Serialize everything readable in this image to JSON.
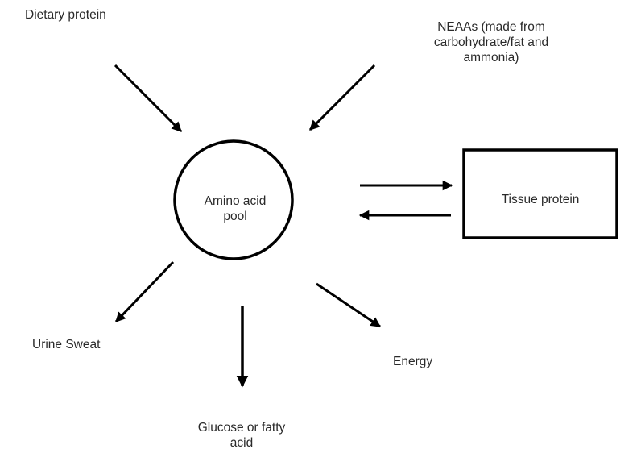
{
  "diagram": {
    "title": "Amino acid pool",
    "nodes": {
      "pool": "Amino acid pool",
      "pool_line1": "Amino acid",
      "pool_line2": "pool",
      "tissue": "Tissue protein",
      "dietary": "Dietary protein",
      "neaas_line1": "NEAAs (made from",
      "neaas_line2": "carbohydrate/fat and",
      "neaas_line3": "ammonia)",
      "urine": "Urine Sweat",
      "glucose_line1": "Glucose or fatty",
      "glucose_line2": "acid",
      "energy": "Energy"
    },
    "edges": [
      {
        "from": "Dietary protein",
        "to": "Amino acid pool"
      },
      {
        "from": "NEAAs (made from carbohydrate/fat and ammonia)",
        "to": "Amino acid pool"
      },
      {
        "from": "Amino acid pool",
        "to": "Tissue protein"
      },
      {
        "from": "Tissue protein",
        "to": "Amino acid pool"
      },
      {
        "from": "Amino acid pool",
        "to": "Urine Sweat"
      },
      {
        "from": "Amino acid pool",
        "to": "Glucose or fatty acid"
      },
      {
        "from": "Amino acid pool",
        "to": "Energy"
      }
    ]
  }
}
